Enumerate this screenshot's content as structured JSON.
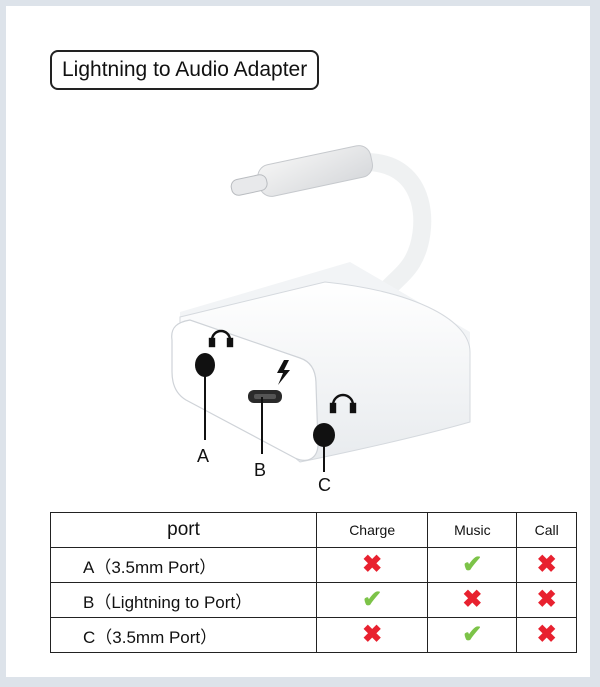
{
  "title": "Lightning to Audio Adapter",
  "callouts": {
    "a": "A",
    "b": "B",
    "c": "C"
  },
  "table": {
    "header": {
      "port": "port",
      "charge": "Charge",
      "music": "Music",
      "call": "Call"
    },
    "rows": [
      {
        "port": "A（3.5mm Port）",
        "charge": "✖",
        "music": "✔",
        "call": "✖"
      },
      {
        "port": "B（Lightning to Port）",
        "charge": "✔",
        "music": "✖",
        "call": "✖"
      },
      {
        "port": "C（3.5mm Port）",
        "charge": "✖",
        "music": "✔",
        "call": "✖"
      }
    ]
  },
  "colors": {
    "yes": "#7cc348",
    "no": "#e8212f"
  },
  "icons": {
    "headphone": "headphone-icon",
    "lightning": "lightning-bolt-icon"
  }
}
